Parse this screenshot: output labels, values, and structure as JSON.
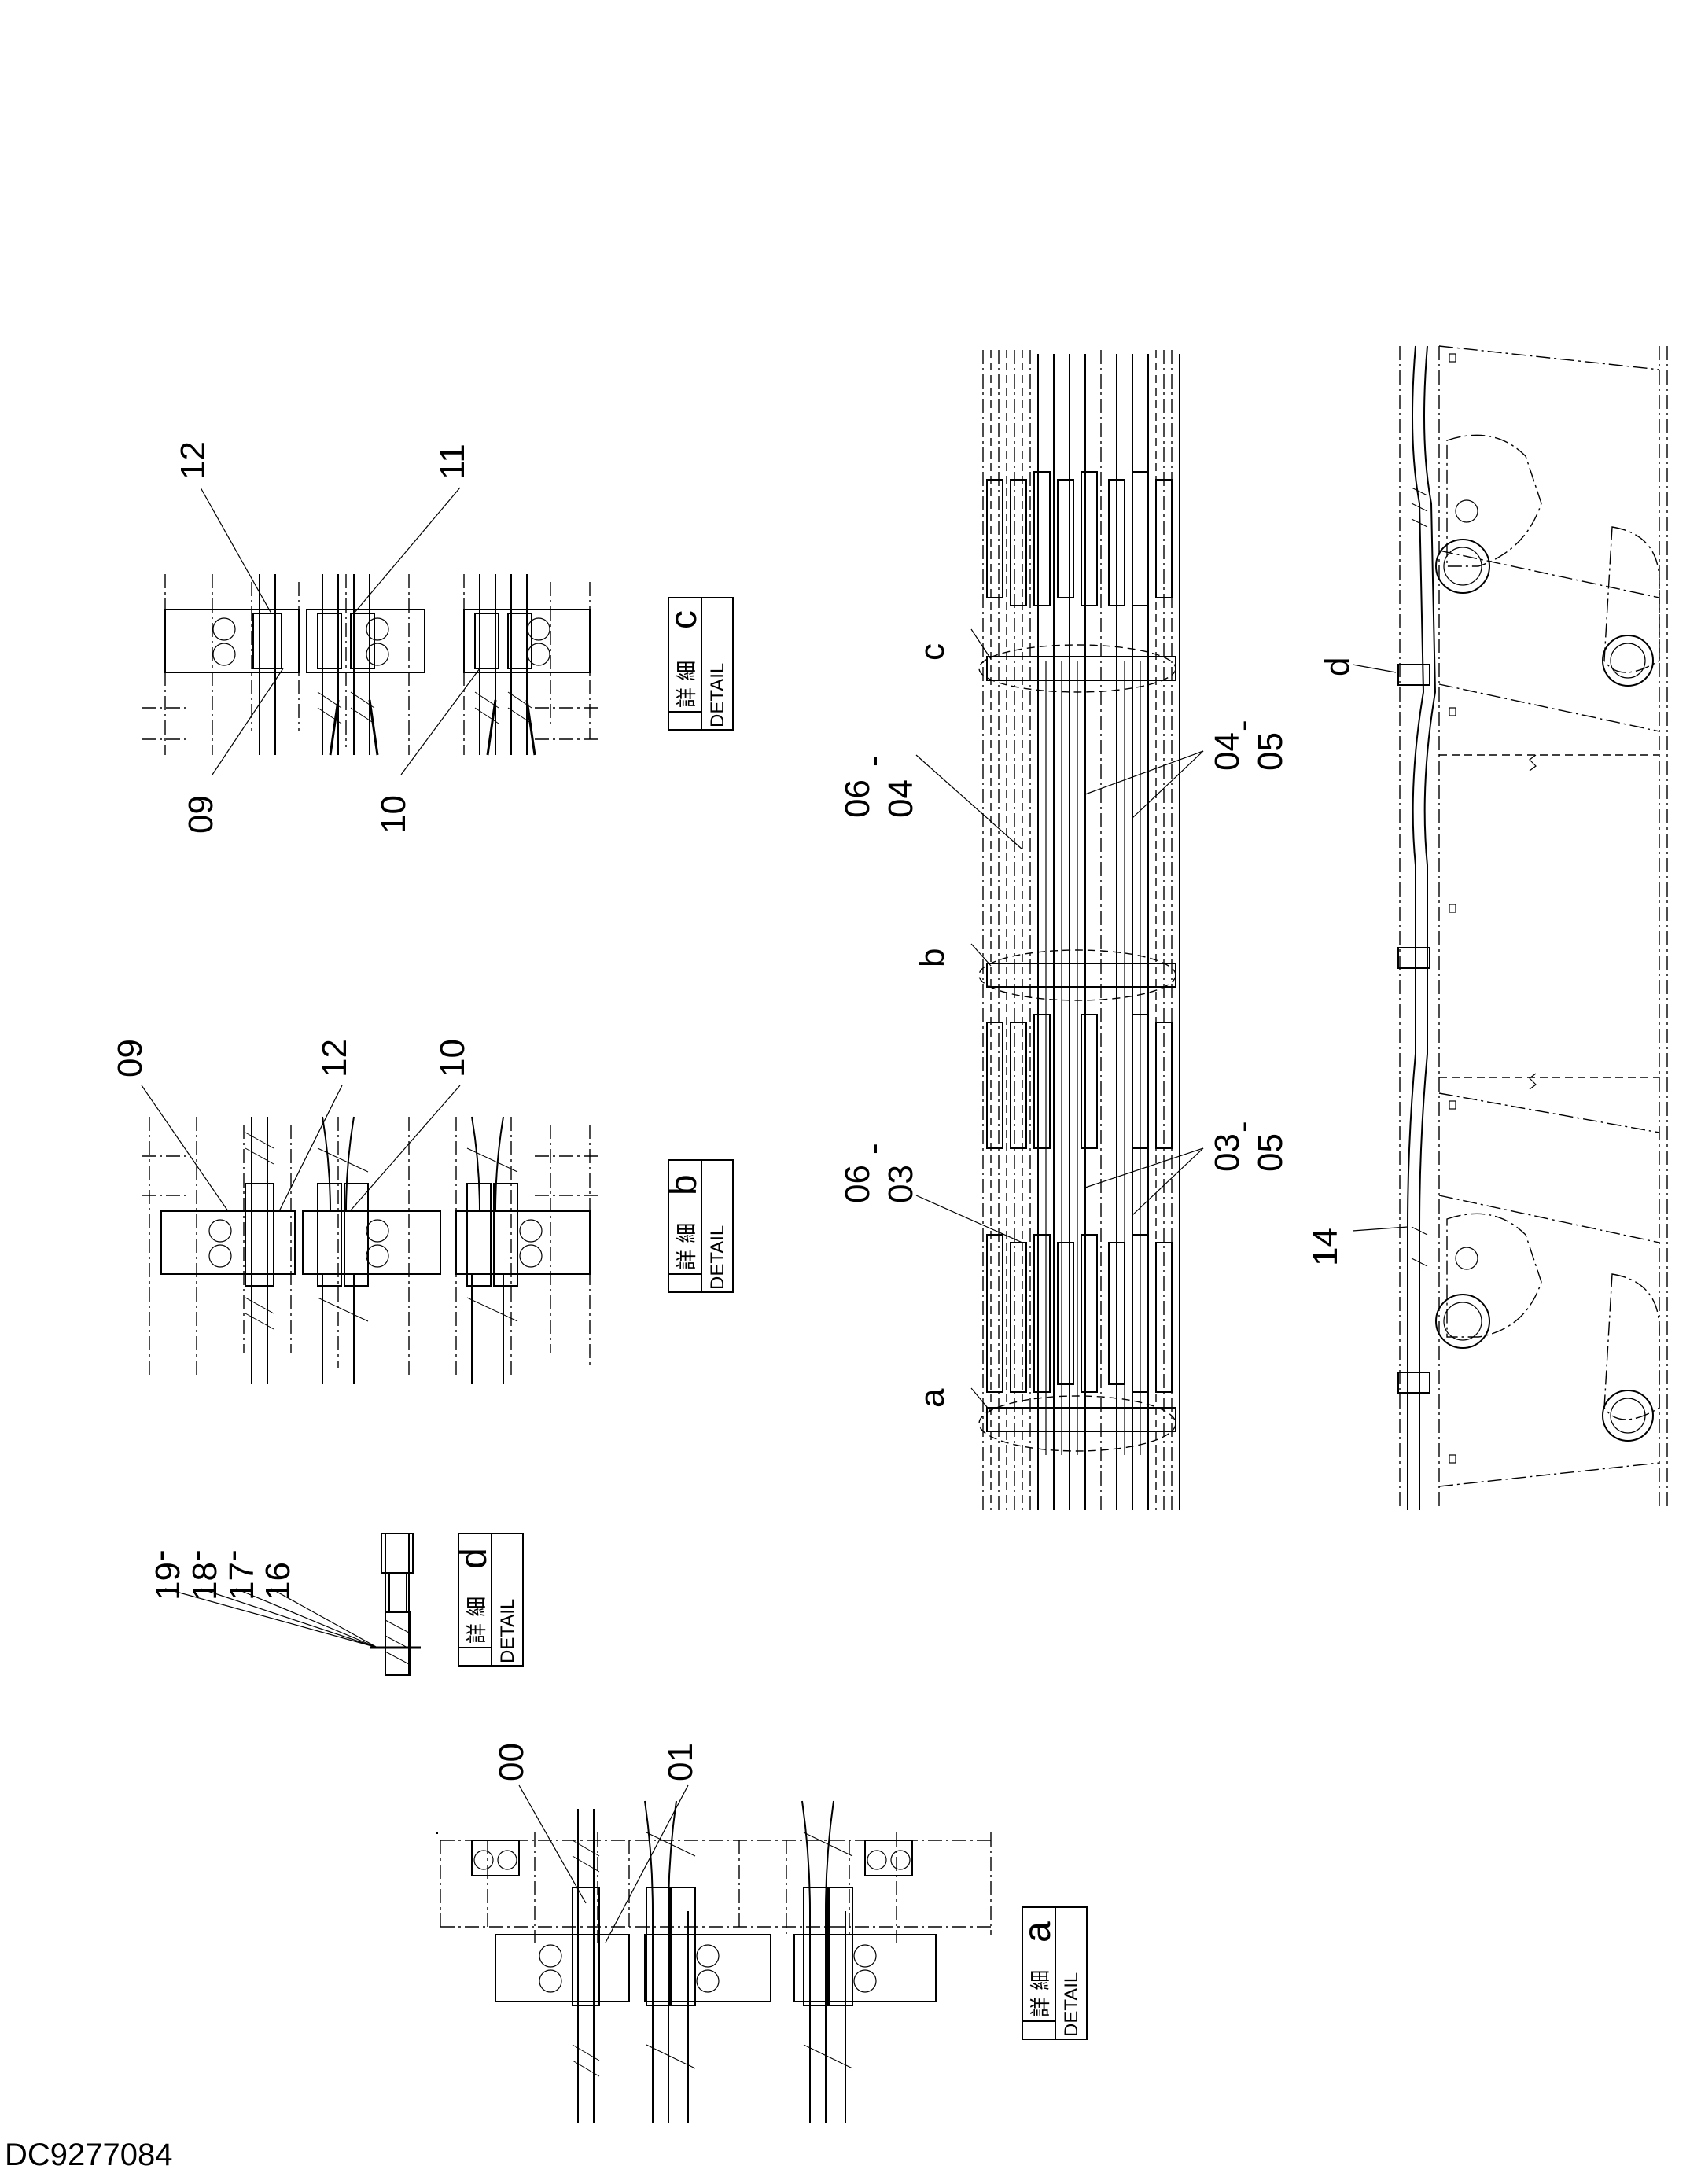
{
  "drawing_number": "DC9277084",
  "detail_boxes": [
    {
      "id": "a",
      "jp": "詳 細",
      "en": "DETAIL",
      "letter": "a"
    },
    {
      "id": "b",
      "jp": "詳 細",
      "en": "DETAIL",
      "letter": "b"
    },
    {
      "id": "c",
      "jp": "詳 細",
      "en": "DETAIL",
      "letter": "c"
    },
    {
      "id": "d",
      "jp": "詳 細",
      "en": "DETAIL",
      "letter": "d"
    }
  ],
  "detail_c_callouts": [
    "12",
    "11",
    "09",
    "10"
  ],
  "detail_b_callouts": [
    "09",
    "12",
    "10"
  ],
  "detail_d_callouts": [
    "19",
    "18",
    "17",
    "16"
  ],
  "detail_a_callouts": [
    "00",
    "01"
  ],
  "main_view_callouts": {
    "detail_markers": [
      "c",
      "b",
      "a",
      "d"
    ],
    "part_refs": [
      {
        "top": "06",
        "bottom": "04"
      },
      {
        "top": "04",
        "bottom": "05"
      },
      {
        "top": "06",
        "bottom": "03"
      },
      {
        "top": "03",
        "bottom": "05"
      },
      {
        "single": "14"
      }
    ],
    "range_separator": "-"
  }
}
